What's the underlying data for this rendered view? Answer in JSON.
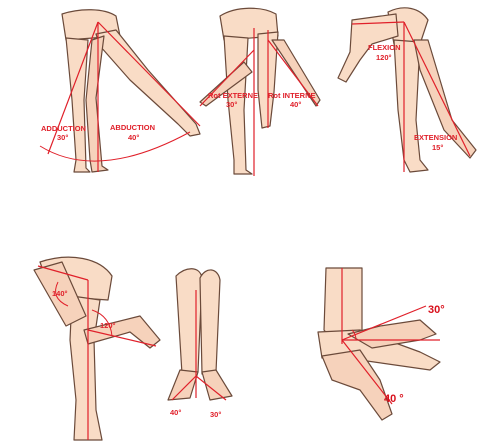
{
  "panels": {
    "hip_abduction": {
      "adduction_label": "ADDUCTION",
      "adduction_value": "30°",
      "abduction_label": "ABDUCTION",
      "abduction_value": "40°"
    },
    "hip_rotation": {
      "external_label": "Rot EXTERNE",
      "external_value": "30°",
      "internal_label": "Rot  INTERNE",
      "internal_value": "40°"
    },
    "hip_flexion": {
      "flexion_label": "FLEXION",
      "flexion_value": "120°",
      "extension_label": "EXTENSION",
      "extension_value": "15°"
    },
    "knee_flexion": {
      "hip_value": "140°",
      "knee_value": "120°"
    },
    "foot_rotation": {
      "left_value": "40°",
      "right_value": "30°"
    },
    "ankle": {
      "upper_value": "30°",
      "lower_value": "40 °"
    }
  },
  "colors": {
    "skin": "#f9dcc6",
    "outline": "#6b4a3a",
    "angle_red": "#e0202a"
  }
}
